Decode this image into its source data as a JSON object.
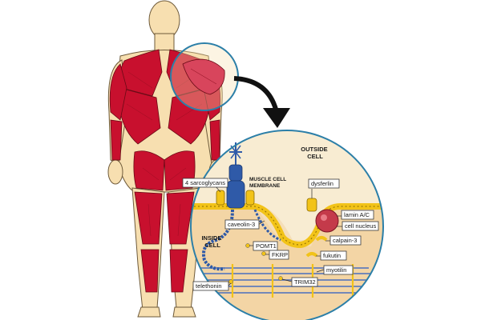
{
  "regions": {
    "outside": [
      "OUTSIDE",
      "CELL"
    ],
    "inside": [
      "INSIDE",
      "CELL"
    ],
    "membrane": [
      "MUSCLE CELL",
      "MEMBRANE"
    ]
  },
  "labels": {
    "sarcoglycans": "4 sarcoglycans",
    "dysferlin": "dysferlin",
    "caveolin": "caveolin-3",
    "lamin": "lamin A/C",
    "nucleus": "cell nucleus",
    "calpain": "calpain-3",
    "pomt1": "POMT1",
    "fkrp": "FKRP",
    "fukutin": "fukutin",
    "myotilin": "myotilin",
    "trim32": "TRIM32",
    "telethonin": "telethonin"
  },
  "colors": {
    "muscle": "#c8102e",
    "skin": "#f7dfb0",
    "cell": "#f5deb8",
    "circle_ring": "#2c7fa8",
    "membrane_yellow": "#f2c318",
    "protein_blue": "#2f5aa8"
  }
}
